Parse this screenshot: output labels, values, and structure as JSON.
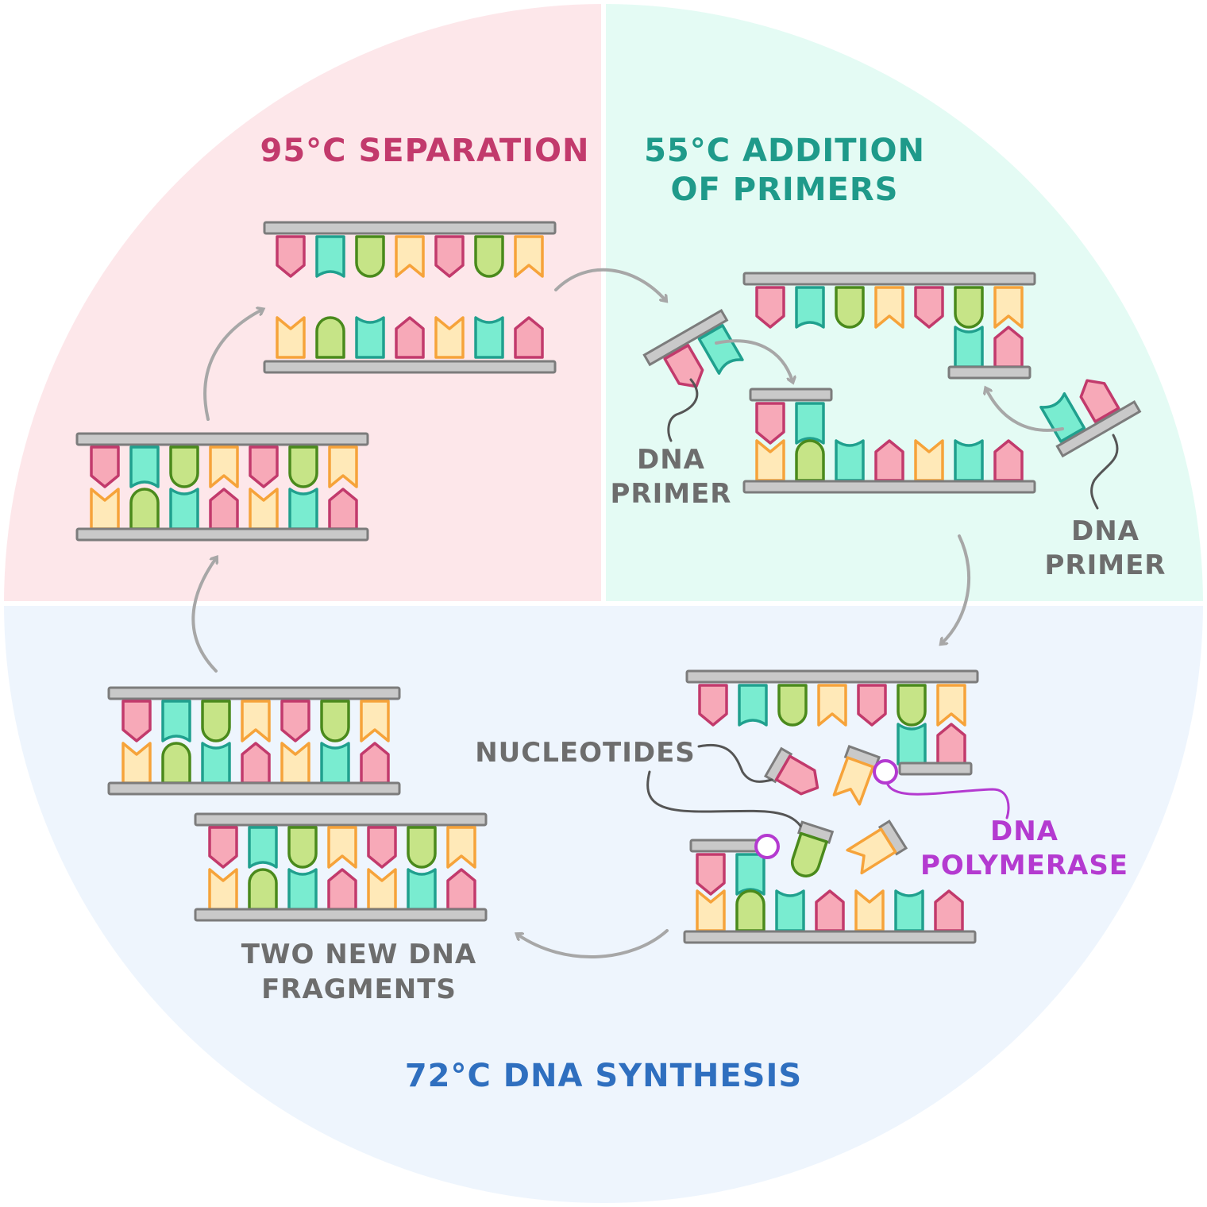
{
  "colors": {
    "separation_bg": "#fde7ea",
    "primers_bg": "#e4fbf4",
    "synthesis_bg": "#eef5fd",
    "separation_title": "#c23a6c",
    "primers_title": "#1f9a8a",
    "synthesis_title": "#2f6fbf",
    "label": "#6d6d6d",
    "polymerase": "#b43ad0",
    "backbone": "#c9c9c9",
    "backbone_edge": "#7c7c7c",
    "arrow": "#a7a7a7",
    "base_pink_fill": "#f7a9b8",
    "base_pink_edge": "#c23a6c",
    "base_teal_fill": "#79ecd0",
    "base_teal_edge": "#20a08e",
    "base_green_fill": "#c6e487",
    "base_green_edge": "#4a8a1c",
    "base_yellow_fill": "#ffe9b8",
    "base_yellow_edge": "#f6a33a"
  },
  "phases": {
    "separation": {
      "title": "95°C SEPARATION"
    },
    "primers": {
      "title_line1": "55°C ADDITION",
      "title_line2": "OF PRIMERS"
    },
    "synthesis": {
      "title": "72°C DNA SYNTHESIS"
    }
  },
  "labels": {
    "primer_left": {
      "line1": "DNA",
      "line2": "PRIMER"
    },
    "primer_right": {
      "line1": "DNA",
      "line2": "PRIMER"
    },
    "nucleotides": "NUCLEOTIDES",
    "polymerase": {
      "line1": "DNA",
      "line2": "POLYMERASE"
    },
    "fragments": {
      "line1": "TWO NEW DNA",
      "line2": "FRAGMENTS"
    }
  },
  "sequences": {
    "strand_top": [
      "P",
      "T",
      "G",
      "Y",
      "P",
      "G",
      "Y"
    ],
    "strand_bottom": [
      "Y",
      "G",
      "T",
      "P",
      "Y",
      "T",
      "P"
    ]
  },
  "icons": [
    "cycle-arrow-icon",
    "dna-primer-icon",
    "nucleotide-icon",
    "polymerase-icon"
  ]
}
